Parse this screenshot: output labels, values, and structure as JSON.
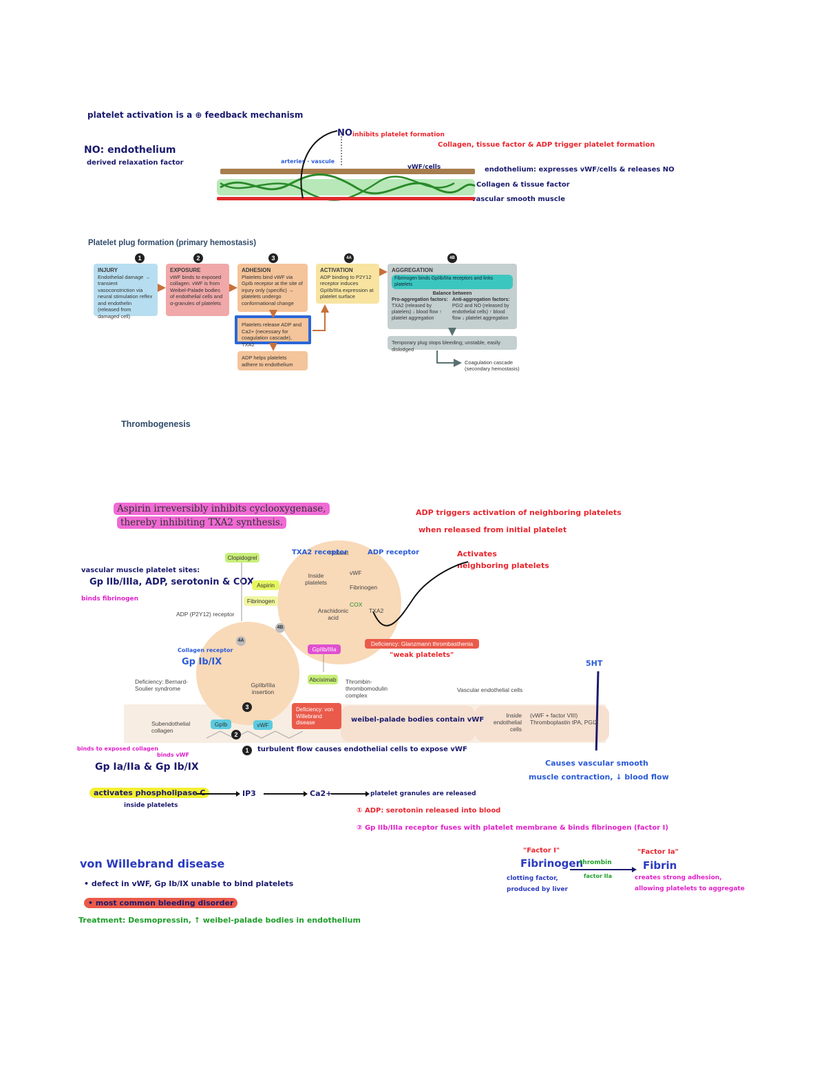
{
  "top_notes": {
    "line1": "platelet activation is a ⊕ feedback mechanism",
    "no_title": "NO: endothelium",
    "no_sub": "derived relaxation factor",
    "no_label": "NO",
    "no_note": "inhibits platelet formation",
    "collagen_note": "Collagen, tissue factor & ADP trigger platelet formation",
    "smooth_label": "arteries · vascule",
    "vwf_label": "vWF/cells",
    "layer1": "endothelium: expresses vWF/cells & releases NO",
    "layer2": "Collagen & tissue factor",
    "layer3": "vascular smooth muscle"
  },
  "figure": {
    "title": "Platelet plug formation (primary hemostasis)",
    "steps": [
      {
        "num": "1",
        "head": "INJURY",
        "body": "Endothelial damage → transient vasoconstriction via neural stimulation reflex and endothelin (released from damaged cell)"
      },
      {
        "num": "2",
        "head": "EXPOSURE",
        "body": "vWF binds to exposed collagen. vWF is from Weibel-Palade bodies of endothelial cells and α-granules of platelets"
      },
      {
        "num": "3",
        "head": "ADHESION",
        "body": "Platelets bind vWF via GpIb receptor at the site of injury only (specific) → platelets undergo conformational change"
      },
      {
        "num": "4A",
        "head": "ACTIVATION",
        "body": "ADP binding to P2Y12 receptor induces GpIIb/IIIa expression at platelet surface"
      },
      {
        "num": "4B",
        "head": "AGGREGATION",
        "body": ""
      }
    ],
    "agg_bar": "Fibrinogen binds GpIIb/IIIa receptors and links platelets",
    "balance": "Balance between",
    "pro_head": "Pro-aggregation factors:",
    "pro_body": "TXA2 (released by platelets) ↓ blood flow ↑ platelet aggregation",
    "anti_head": "Anti-aggregation factors:",
    "anti_body": "PGI2 and NO (released by endothelial cells) ↑ blood flow ↓ platelet aggregation",
    "release_box": "Platelets release ADP and Ca2+ (necessary for coagulation cascade), TXA2",
    "adp_box": "ADP helps platelets adhere to endothelium",
    "temp_plug": "Temporary plug stops bleeding; unstable, easily dislodged",
    "coag": "Coagulation cascade (secondary hemostasis)"
  },
  "thrombo_title": "Thrombogenesis",
  "aspirin_note_1": "Aspirin irreversibly inhibits cyclooxygenase,",
  "aspirin_note_2": "thereby inhibiting TXA2 synthesis.",
  "adp_note_1": "ADP triggers activation of neighboring platelets",
  "adp_note_2": "when released from initial platelet",
  "activates_note_1": "Activates",
  "activates_note_2": "neighboring platelets",
  "receptors_note_1": "vascular muscle platelet sites:",
  "receptors_note_2": "Gp IIb/IIIa, ADP, serotonin & COX",
  "receptors_note_3": "binds fibrinogen",
  "diagram": {
    "clopidogrel": "Clopidogrel",
    "aspirin": "Aspirin",
    "fibrinogen": "Fibrinogen",
    "adp_receptor": "ADP (P2Y12) receptor",
    "platelet": "Platelet",
    "inside": "Inside platelets",
    "vwf": "vWF",
    "fibrinogen_in": "Fibrinogen",
    "cox": "COX",
    "arachidonic": "Arachidonic acid",
    "txa2": "TXA2",
    "txa2_receptor": "TXA2 receptor",
    "adp_receptor_hw": "ADP receptor",
    "gp2b3a": "GpIIb/IIIa",
    "glanzmann": "Deficiency: Glanzmann thrombasthenia",
    "weak_platelets": "\"weak platelets\"",
    "abciximab": "Abciximab",
    "thrombin_complex": "Thrombin-thrombomodulin complex",
    "vascular_cells": "Vascular endothelial cells",
    "bernard": "Deficiency: Bernard-Soulier syndrome",
    "gp_insertion": "GpIIb/IIIa insertion",
    "subendothelial": "Subendothelial collagen",
    "gpib": "GpIb",
    "vwf_pill": "vWF",
    "vwd": "Deficiency: von Willebrand disease",
    "inside_endo": "Inside endothelial cells",
    "endo_items": "(vWF + factor VIII) Thromboplastin tPA, PGI2",
    "weibel_hw": "weibel-palade bodies contain vWF",
    "collagen_receptor": "Collagen receptor",
    "gp1b9_hw": "Gp Ib/IX",
    "step1_note": "turbulent flow causes endothelial cells to expose vWF",
    "tag_4a": "4A",
    "tag_4b": "4B",
    "tag_3": "3",
    "tag_2": "2",
    "tag_1": "1"
  },
  "bottom": {
    "binds_collagen": "binds to exposed collagen",
    "binds_vwf": "binds vWF",
    "gp_pair": "Gp Ia/IIa & Gp Ib/IX",
    "plc": "activates phospholipase C",
    "inside_plt": "inside platelets",
    "ip3": "IP3",
    "ca": "Ca2+",
    "granules": "platelet granules are released",
    "adp_released": "① ADP: serotonin released into blood",
    "gp_change": "② Gp IIb/IIIa receptor fuses with platelet membrane & binds fibrinogen (factor I)",
    "serotonin": "5HT",
    "vasc_1": "Causes vascular smooth",
    "vasc_2": "muscle contraction, ↓ blood flow",
    "vwd_title": "von Willebrand disease",
    "vwd_1": "• defect in vWF, Gp Ib/IX unable to bind platelets",
    "vwd_2": "• most common bleeding disorder",
    "treatment": "Treatment: Desmopressin, ↑ weibel-palade bodies in endothelium",
    "factor1": "\"Factor I\"",
    "factor1a": "\"Factor Ia\"",
    "fibrinogen": "Fibrinogen",
    "thrombin": "thrombin",
    "factor2a": "factor IIa",
    "fibrin": "Fibrin",
    "clot_1": "clotting factor,",
    "clot_2": "produced by liver",
    "fibrin_1": "creates strong adhesion,",
    "fibrin_2": "allowing platelets to aggregate"
  }
}
